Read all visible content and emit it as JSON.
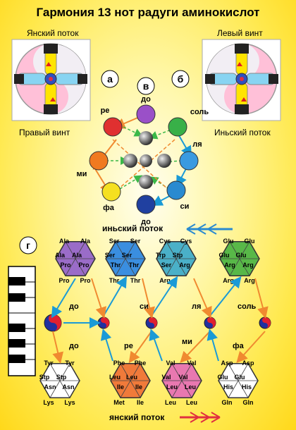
{
  "title": "Гармония  13 нот радуги  аминокислот",
  "labels": {
    "yan_flow": "Янский поток",
    "left_screw": "Левый винт",
    "right_screw": "Правый винт",
    "yin_flow_top": "Иньский поток",
    "a": "а",
    "b": "б",
    "v": "в",
    "g": "г"
  },
  "notes": {
    "do_top": "до",
    "re": "ре",
    "sol": "соль",
    "mi": "ми",
    "la": "ля",
    "fa": "фа",
    "si": "си",
    "do_bottom": "до"
  },
  "flows": {
    "yin_flow": "иньский поток",
    "yan_flow": "янский поток"
  },
  "hexagons": [
    {
      "color": "#9a6cc8",
      "labels": [
        "Ala",
        "Ala",
        "Ala",
        "Ala",
        "Pro",
        "Pro",
        "Pro",
        "Pro"
      ]
    },
    {
      "color": "#3a8ee0",
      "labels": [
        "Ser",
        "Ser",
        "Ser",
        "Ser",
        "Thr",
        "Thr",
        "Thr",
        "Thr"
      ]
    },
    {
      "color": "#4ab0c8",
      "labels": [
        "Cys",
        "Cys",
        "Trp",
        "Stp",
        "Ser",
        "Arg",
        "Arg"
      ]
    },
    {
      "color": "#58b848",
      "labels": [
        "Glu",
        "Glu",
        "Glu",
        "Glu",
        "Arg",
        "Arg",
        "Arg",
        "Arg"
      ]
    },
    {
      "color": "#ffffff",
      "labels": [
        "Tyr",
        "Tyr",
        "Stp",
        "Stp",
        "Asn",
        "Asn",
        "Lys",
        "Lys"
      ]
    },
    {
      "color": "#f07a3a",
      "labels": [
        "Phe",
        "Phe",
        "Leu",
        "Leu",
        "Ile",
        "Ile",
        "Met",
        "Ile"
      ]
    },
    {
      "color": "#e878b0",
      "labels": [
        "Val",
        "Val",
        "Val",
        "Val",
        "Leu",
        "Leu",
        "Leu",
        "Leu"
      ]
    },
    {
      "color": "#ffffff",
      "labels": [
        "Asp",
        "Asp",
        "Glu",
        "Glu",
        "His",
        "His",
        "Gln",
        "Gln"
      ]
    }
  ],
  "bottom_notes": {
    "do1": "до",
    "si": "си",
    "la": "ля",
    "sol": "соль",
    "do2": "до",
    "re": "ре",
    "mi": "ми",
    "fa": "фа"
  }
}
